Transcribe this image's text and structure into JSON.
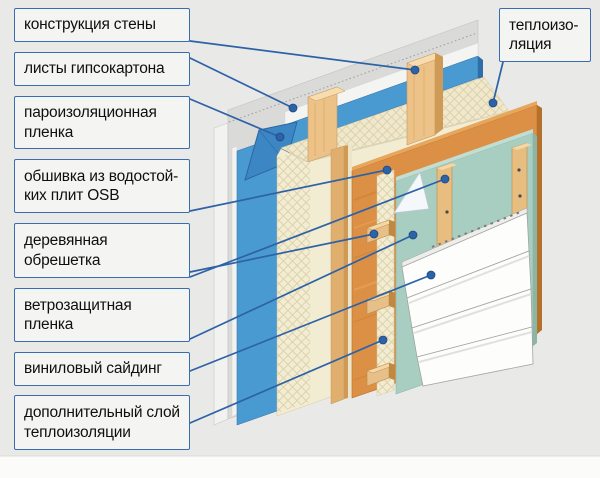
{
  "callouts": {
    "wall_structure": "конструкция стены",
    "drywall_sheets": "листы гипсокартона",
    "vapor_barrier": "пароизоляционная\nпленка",
    "osb_sheathing": "обшивка из водостой-\nких плит OSB",
    "wooden_lathing": "деревянная\nобрешетка",
    "wind_barrier": "ветрозащитная\nпленка",
    "vinyl_siding": "виниловый сайдинг",
    "additional_insulation": "дополнительный слой\nтеплоизоляции",
    "insulation": "теплоизо-\nляция"
  },
  "palette": {
    "background": "#e9e9e7",
    "footer_band": "#fbfbfa",
    "callout_fill": "#f4f4f2",
    "callout_border": "#3a6cb0",
    "leader_line": "#2d62a6",
    "drywall_gray": "#dadad8",
    "vapor_film_blue": "#4a9ad2",
    "insulation_cream": "#f2ecd3",
    "stud_wood": "#edc288",
    "osb_orange": "#db9045",
    "wind_film_green": "#a7cec0",
    "siding_white": "#fdfdfc"
  }
}
